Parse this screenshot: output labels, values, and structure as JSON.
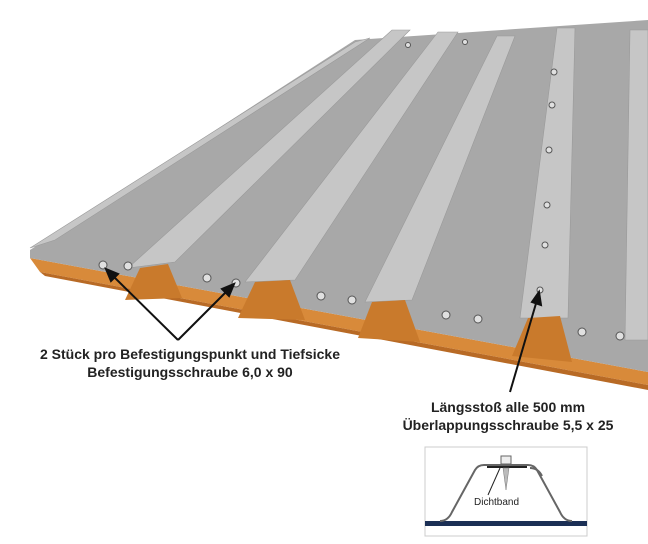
{
  "labels": {
    "fastening_line1": "2 Stück pro Befestigungspunkt und Tiefsicke",
    "fastening_line2": "Befestigungsschraube 6,0 x 90",
    "overlap_line1": "Längsstoß alle 500 mm",
    "overlap_line2": "Überlappungsschraube 5,5 x 25"
  },
  "inset": {
    "label": "Dichtband"
  },
  "colors": {
    "sheet": "#a8a8a8",
    "ridge": "#c4c4c4",
    "wood": "#d88a3a",
    "base_strip": "#1b2f55"
  }
}
